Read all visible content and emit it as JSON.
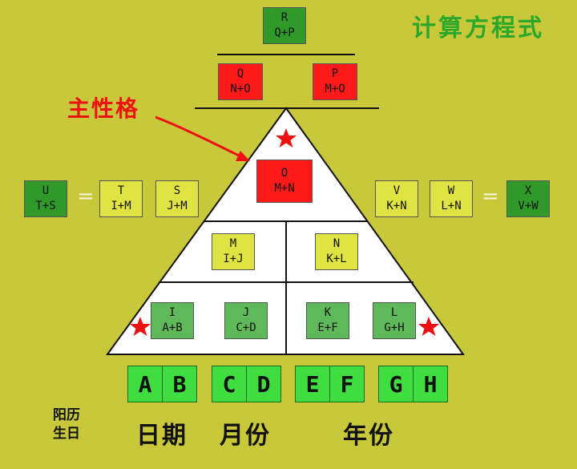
{
  "title": "计算方程式",
  "annotation": "主性格",
  "boxes": {
    "R": {
      "letter": "R",
      "formula": "Q+P"
    },
    "Q": {
      "letter": "Q",
      "formula": "N+O"
    },
    "P": {
      "letter": "P",
      "formula": "M+O"
    },
    "O": {
      "letter": "O",
      "formula": "M+N"
    },
    "U": {
      "letter": "U",
      "formula": "T+S"
    },
    "T": {
      "letter": "T",
      "formula": "I+M"
    },
    "S": {
      "letter": "S",
      "formula": "J+M"
    },
    "V": {
      "letter": "V",
      "formula": "K+N"
    },
    "W": {
      "letter": "W",
      "formula": "L+N"
    },
    "X": {
      "letter": "X",
      "formula": "V+W"
    },
    "M": {
      "letter": "M",
      "formula": "I+J"
    },
    "N": {
      "letter": "N",
      "formula": "K+L"
    },
    "I": {
      "letter": "I",
      "formula": "A+B"
    },
    "J": {
      "letter": "J",
      "formula": "C+D"
    },
    "K": {
      "letter": "K",
      "formula": "E+F"
    },
    "L": {
      "letter": "L",
      "formula": "G+H"
    }
  },
  "equals": "=",
  "digits": [
    "A",
    "B",
    "C",
    "D",
    "E",
    "F",
    "G",
    "H"
  ],
  "birthday_label": {
    "line1": "阳历",
    "line2": "生日"
  },
  "group_labels": {
    "date": "日期",
    "month": "月份",
    "year": "年份"
  },
  "colors": {
    "background": "#c8c83a",
    "green": "#2f9a2a",
    "red": "#ff1a1a",
    "yellow": "#e0e442",
    "mid_green": "#5fb85a",
    "digit_green": "#3fdd3f",
    "title": "#2aa82a",
    "star": "#ee1111"
  }
}
